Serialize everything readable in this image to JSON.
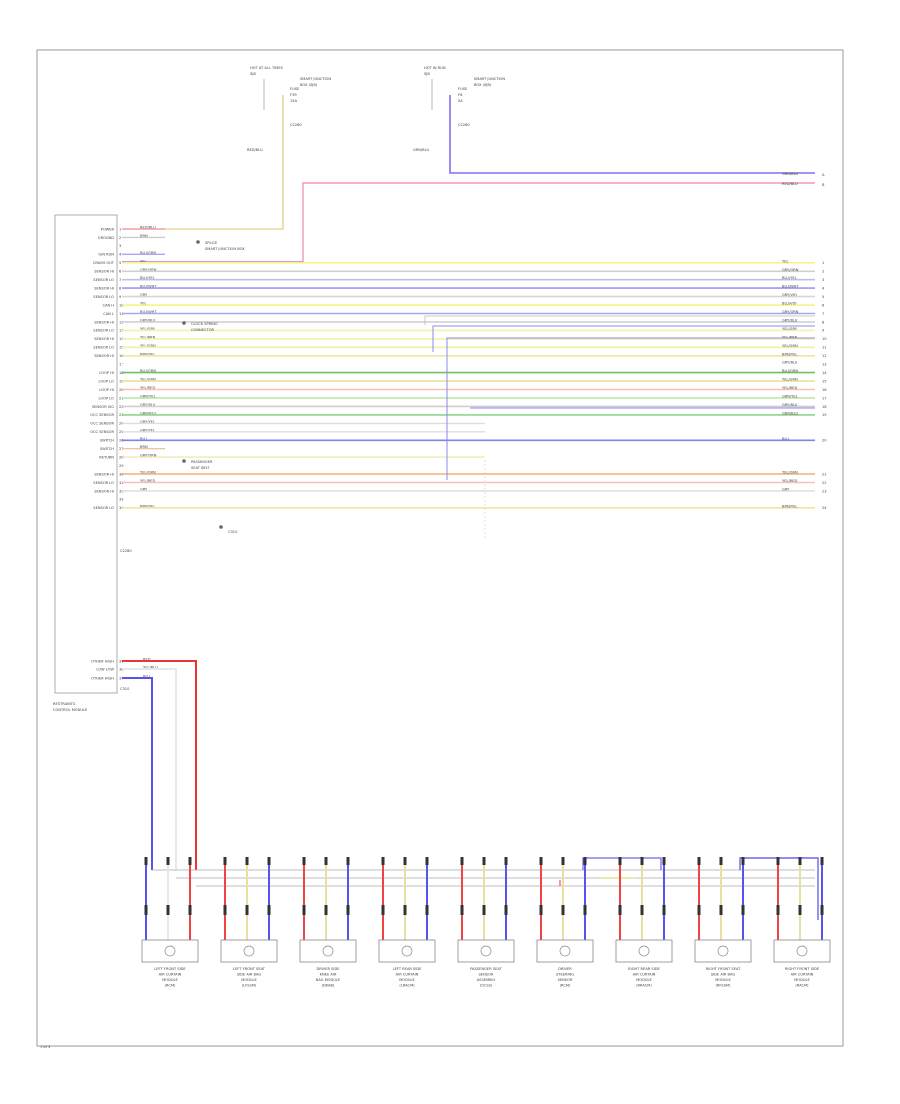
{
  "diagram": {
    "footer_code": "1 of 3",
    "fuse_left": {
      "label_lines": [
        "HOT AT ALL TIMES",
        "SJB",
        "FUSE",
        "F39",
        "15A"
      ],
      "box_lines": [
        "SMART JUNCTION",
        "BOX (SJB)"
      ],
      "connector": "C2280",
      "wire_color": "RED/BLU"
    },
    "fuse_right": {
      "label_lines": [
        "HOT IN RUN",
        "SJB",
        "FUSE",
        "F6",
        "5A"
      ],
      "box_lines": [
        "SMART JUNCTION",
        "BOX (SJB)"
      ],
      "connector": "C2280",
      "wire_color": "GRN/BLU"
    },
    "module": {
      "label_lines": [
        "RESTRAINTS",
        "CONTROL MODULE"
      ],
      "connector": "C2280",
      "side_connector": "C310"
    },
    "wires": [
      {
        "pin": "1",
        "name": "POWER",
        "color_text": "RED/BLU",
        "right_color": "",
        "stripe": "#f2a5b5",
        "right_code": ""
      },
      {
        "pin": "2",
        "name": "GROUND",
        "color_text": "BRN",
        "right_color": "",
        "stripe": "#ffffff",
        "right_code": ""
      },
      {
        "pin": "3",
        "name": "",
        "color_text": "",
        "right_color": "",
        "stripe": "#ffffff",
        "right_code": ""
      },
      {
        "pin": "4",
        "name": "IGN RUN",
        "color_text": "BLU/GRN",
        "right_color": "",
        "stripe": "#a8a8f0",
        "right_code": ""
      },
      {
        "pin": "5",
        "name": "CRASH OUT",
        "color_text": "YEL",
        "right_color": "YEL",
        "stripe": "#f6f38a",
        "right_code": "1"
      },
      {
        "pin": "6",
        "name": "SENSOR HI",
        "color_text": "GRY/ORN",
        "right_color": "GRY/ORN",
        "stripe": "#cfcfcf",
        "right_code": "2"
      },
      {
        "pin": "7",
        "name": "SENSOR LO",
        "color_text": "BLU/YEL",
        "right_color": "BLU/YEL",
        "stripe": "#b8c0f0",
        "right_code": "3"
      },
      {
        "pin": "8",
        "name": "SENSOR HI",
        "color_text": "BLU/WHT",
        "right_color": "BLU/WHT",
        "stripe": "#9a9af2",
        "right_code": "4"
      },
      {
        "pin": "9",
        "name": "SENSOR LO",
        "color_text": "GRY",
        "right_color": "GRY/VIO",
        "stripe": "#d6d6d6",
        "right_code": "5"
      },
      {
        "pin": "10",
        "name": "CAN H",
        "color_text": "YEL",
        "right_color": "BLU/VIO",
        "stripe": "#f6f38a",
        "right_code": "6"
      },
      {
        "pin": "11",
        "name": "CAN L",
        "color_text": "BLU/WHT",
        "right_color": "GRY/ORN",
        "stripe": "#a8a8f0",
        "right_code": "7"
      },
      {
        "pin": "12",
        "name": "SENSOR HI",
        "color_text": "GRY/BLU",
        "right_color": "GRY/BLU",
        "stripe": "#d0d0d0",
        "right_code": "8"
      },
      {
        "pin": "13",
        "name": "SENSOR LO",
        "color_text": "YEL/GRY",
        "right_color": "YEL/GRY",
        "stripe": "#f5f1a8",
        "right_code": "9"
      },
      {
        "pin": "14",
        "name": "SENSOR HI",
        "color_text": "YEL/BRN",
        "right_color": "YEL/BRN",
        "stripe": "#f5f1a8",
        "right_code": "10"
      },
      {
        "pin": "15",
        "name": "SENSOR LO",
        "color_text": "YEL/GRN",
        "right_color": "YEL/GRN",
        "stripe": "#f3efa6",
        "right_code": "11"
      },
      {
        "pin": "16",
        "name": "SENSOR HI",
        "color_text": "BRN/YEL",
        "right_color": "BRN/YEL",
        "stripe": "#efe6a0",
        "right_code": "12"
      },
      {
        "pin": "17",
        "name": "",
        "color_text": "",
        "right_color": "GRY/BLU",
        "stripe": "#ffffff",
        "right_code": "13"
      },
      {
        "pin": "18",
        "name": "LOOP HI",
        "color_text": "BLU/GRN",
        "right_color": "BLU/GRN",
        "stripe": "#6cc06c",
        "right_code": "14"
      },
      {
        "pin": "19",
        "name": "LOOP LO",
        "color_text": "YEL/GRN",
        "right_color": "YEL/GRN",
        "stripe": "#e6e49a",
        "right_code": "15"
      },
      {
        "pin": "20",
        "name": "LOOP HI",
        "color_text": "YEL/RED",
        "right_color": "YEL/RED",
        "stripe": "#f5c2b4",
        "right_code": "16"
      },
      {
        "pin": "21",
        "name": "LOOP LO",
        "color_text": "GRN/YEL",
        "right_color": "GRN/YEL",
        "stripe": "#b9e6a6",
        "right_code": "17"
      },
      {
        "pin": "22",
        "name": "SENSOR SIG",
        "color_text": "GRY/BLU",
        "right_color": "GRY/BLU",
        "stripe": "#cfcfcf",
        "right_code": "18"
      },
      {
        "pin": "23",
        "name": "OCC SENSOR",
        "color_text": "GRN/BLU",
        "right_color": "GRN/BLU",
        "stripe": "#8fd48f",
        "right_code": "19"
      },
      {
        "pin": "24",
        "name": "OCC SENSOR",
        "color_text": "GRY/YEL",
        "right_color": "",
        "stripe": "#dedede",
        "right_code": ""
      },
      {
        "pin": "25",
        "name": "OCC SENSOR",
        "color_text": "GRY/YEL",
        "right_color": "",
        "stripe": "#dedede",
        "right_code": ""
      },
      {
        "pin": "26",
        "name": "SWITCH",
        "color_text": "BLU",
        "right_color": "BLU",
        "stripe": "#8080ee",
        "right_code": "20"
      },
      {
        "pin": "27",
        "name": "SWITCH",
        "color_text": "BRN",
        "right_color": "",
        "stripe": "#e8c8a0",
        "right_code": ""
      },
      {
        "pin": "28",
        "name": "RETURN",
        "color_text": "GRY/ORN",
        "right_color": "",
        "stripe": "#efe9b0",
        "right_code": ""
      },
      {
        "pin": "29",
        "name": "",
        "color_text": "",
        "right_color": "",
        "stripe": "#ffffff",
        "right_code": ""
      },
      {
        "pin": "30",
        "name": "SENSOR HI",
        "color_text": "YEL/ORN",
        "right_color": "YEL/ORN",
        "stripe": "#f4b079",
        "right_code": "21"
      },
      {
        "pin": "31",
        "name": "SENSOR LO",
        "color_text": "YEL/RED",
        "right_color": "YEL/RED",
        "stripe": "#f4c4b8",
        "right_code": "22"
      },
      {
        "pin": "32",
        "name": "SENSOR HI",
        "color_text": "GRY",
        "right_color": "GRY",
        "stripe": "#e0e0e0",
        "right_code": "23"
      },
      {
        "pin": "33",
        "name": "",
        "color_text": "",
        "right_color": "",
        "stripe": "#ffffff",
        "right_code": ""
      },
      {
        "pin": "34",
        "name": "SENSOR LO",
        "color_text": "BRN/YEL",
        "right_color": "BRN/YEL",
        "stripe": "#efe6a0",
        "right_code": "24"
      }
    ],
    "bottom_module_wires": [
      {
        "pin": "35",
        "name": "OTHER HIGH",
        "color_text": "RED",
        "stripe": "#ee3333"
      },
      {
        "pin": "36",
        "name": "LOW LOW",
        "color_text": "YEL/BLU",
        "stripe": "#e8e8e8"
      },
      {
        "pin": "37",
        "name": "OTHER HIGH",
        "color_text": "BLU",
        "stripe": "#5555ee"
      }
    ],
    "annotations": [
      {
        "text": "SPLICE",
        "sub": "SMART JUNCTION BOX"
      },
      {
        "text": "CLOCK SPRING",
        "sub": "CONNECTOR"
      },
      {
        "text": "PASSENGER",
        "sub": "SEAT BELT"
      },
      {
        "text": "C310"
      }
    ],
    "components": [
      {
        "lines": [
          "LEFT FRONT SIDE",
          "AIR CURTAIN",
          "MODULE",
          "(RCM)"
        ]
      },
      {
        "lines": [
          "LEFT FRONT SEAT",
          "SIDE AIR BAG",
          "MODULE",
          "(LFSSM)"
        ]
      },
      {
        "lines": [
          "DRIVER SIDE",
          "KNEE AIR",
          "BAG MODULE",
          "(DKAB)"
        ]
      },
      {
        "lines": [
          "LEFT REAR SIDE",
          "AIR CURTAIN",
          "MODULE",
          "(LRACM)"
        ]
      },
      {
        "lines": [
          "PASSENGER SEAT",
          "SENSOR",
          "ASSEMBLY",
          "(OCSS)"
        ]
      },
      {
        "lines": [
          "DRIVER",
          "STEERING",
          "SENSOR",
          "(RCM)"
        ]
      },
      {
        "lines": [
          "RIGHT REAR SIDE",
          "AIR CURTAIN",
          "MODULE",
          "(RRACM)"
        ]
      },
      {
        "lines": [
          "RIGHT FRONT SEAT",
          "SIDE AIR BAG",
          "MODULE",
          "(RFSSM)"
        ]
      },
      {
        "lines": [
          "RIGHT FRONT SIDE",
          "AIR CURTAIN",
          "MODULE",
          "(RACM)"
        ]
      }
    ],
    "top_right_wires": [
      {
        "color_text": "GRN/BLU",
        "code": "A",
        "stripe": "#a089f0"
      },
      {
        "color_text": "RED/BLU",
        "code": "B",
        "stripe": "#f29ab0"
      }
    ]
  }
}
